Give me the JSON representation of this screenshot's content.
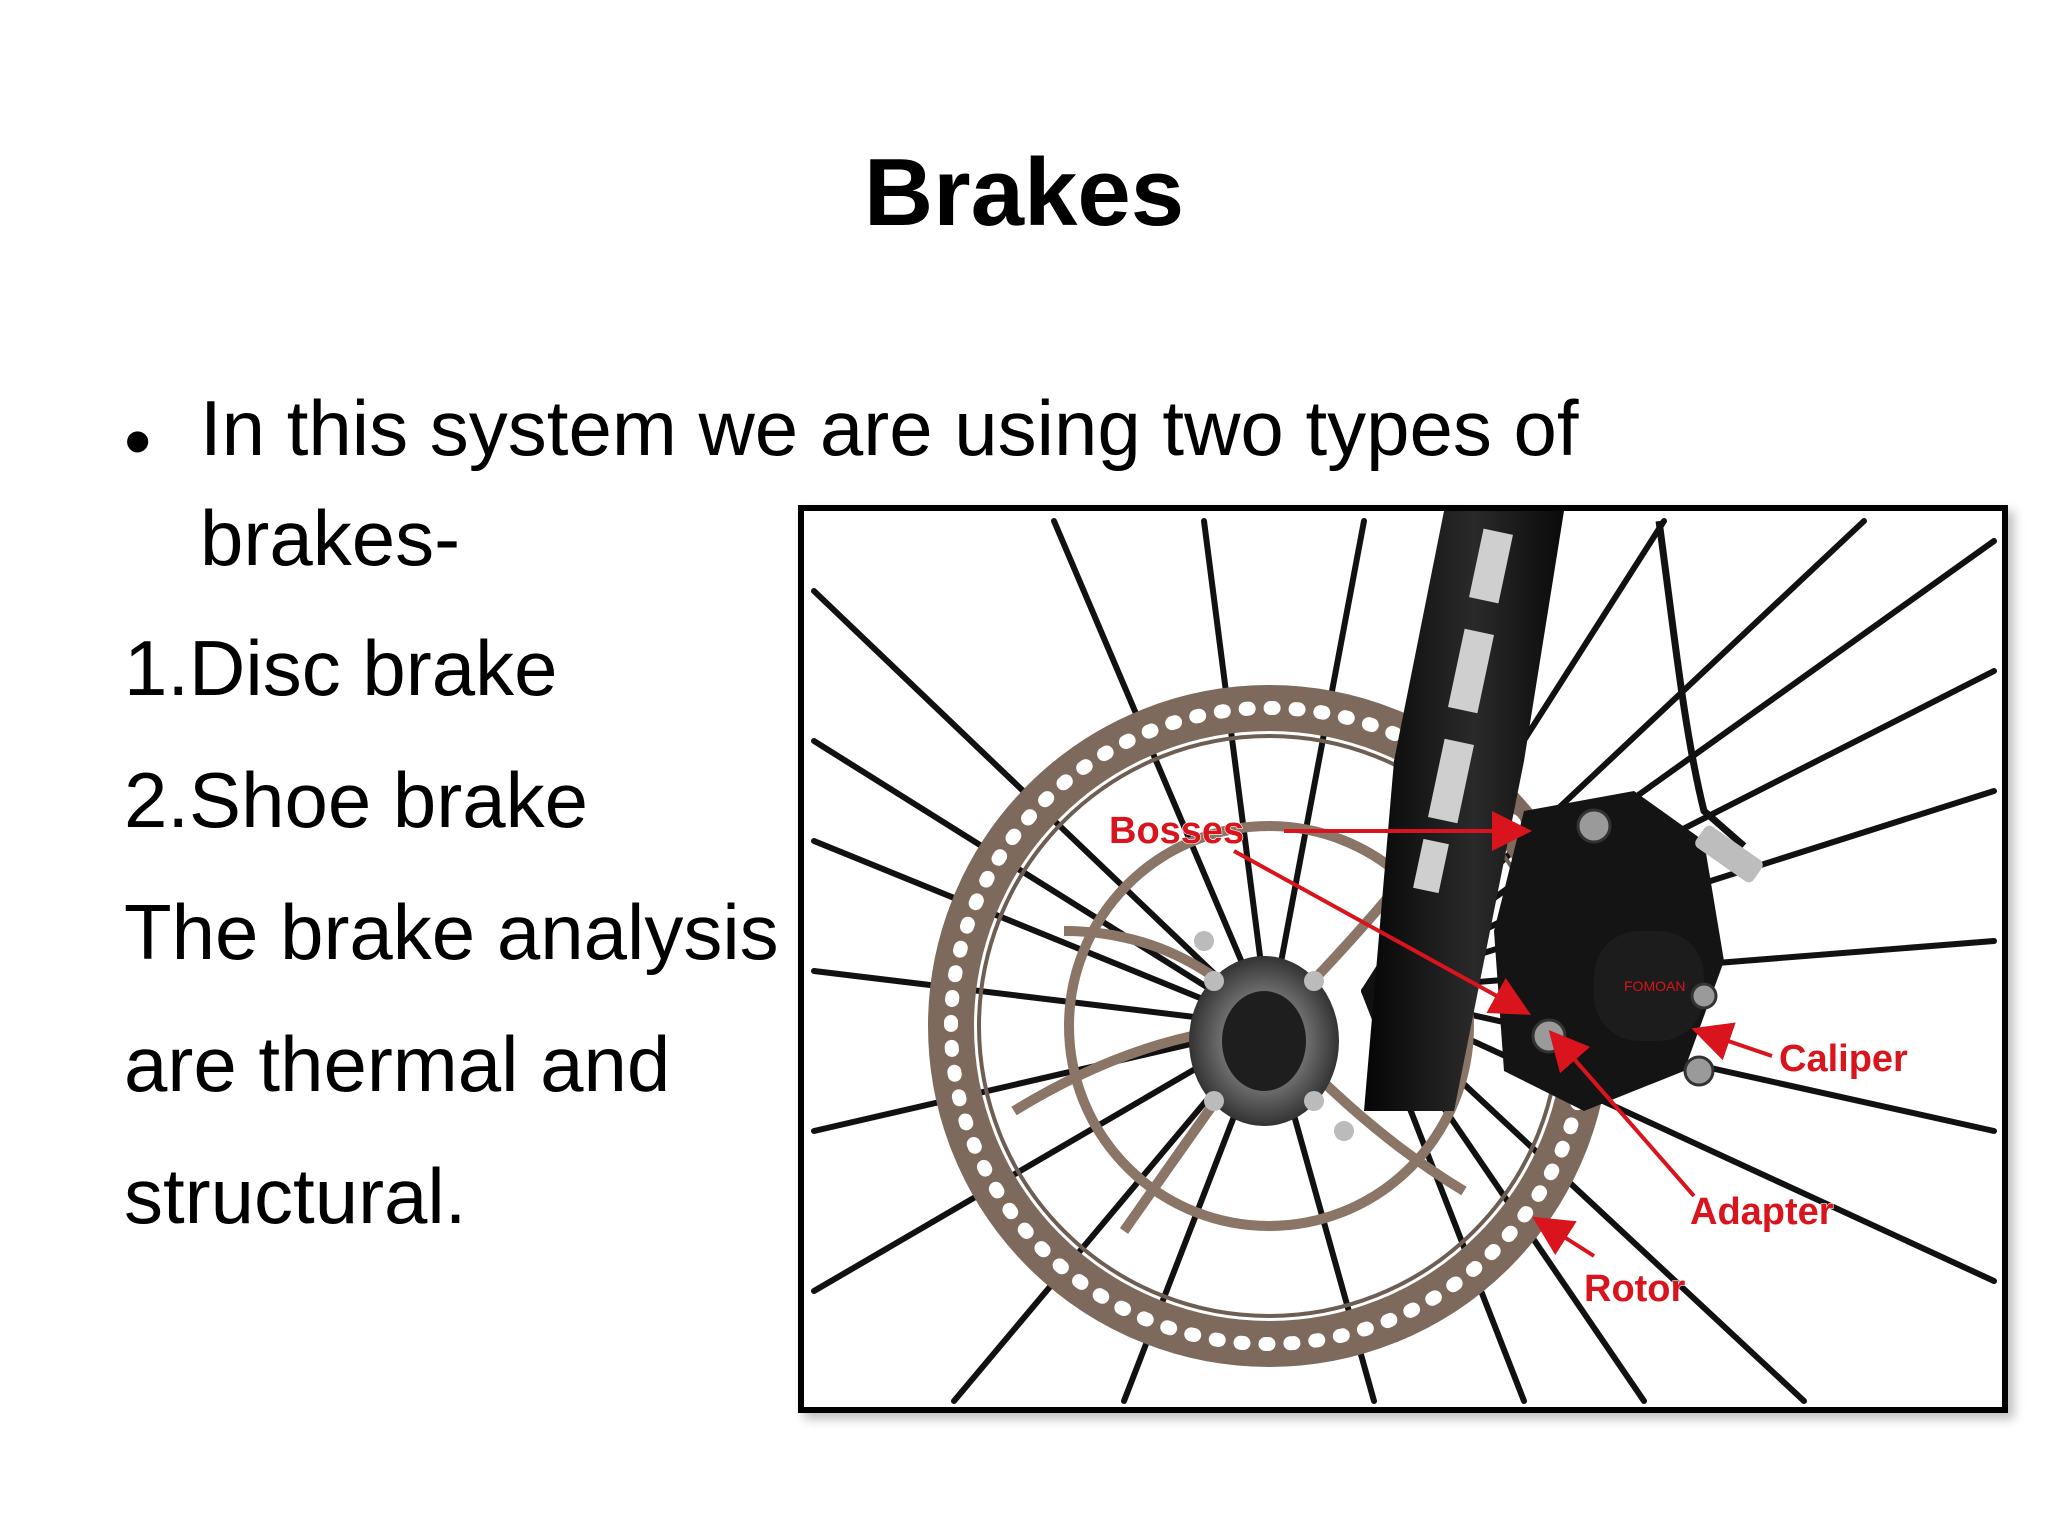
{
  "slide": {
    "title": "Brakes",
    "bullet_marker": "•",
    "bullet_line1": "In this system we are using two types of",
    "bullet_line2": "brakes-",
    "item1": "1.Disc brake",
    "item2": "2.Shoe brake",
    "para_line1": "The brake analysis",
    "para_line2": "are thermal and",
    "para_line3": "structural."
  },
  "figure": {
    "labels": {
      "bosses": "Bosses",
      "caliper": "Caliper",
      "adapter": "Adapter",
      "rotor": "Rotor"
    },
    "colors": {
      "label": "#d9141c",
      "frame": "#000000",
      "fork": "#111111",
      "rotor": "#8a7566"
    }
  }
}
